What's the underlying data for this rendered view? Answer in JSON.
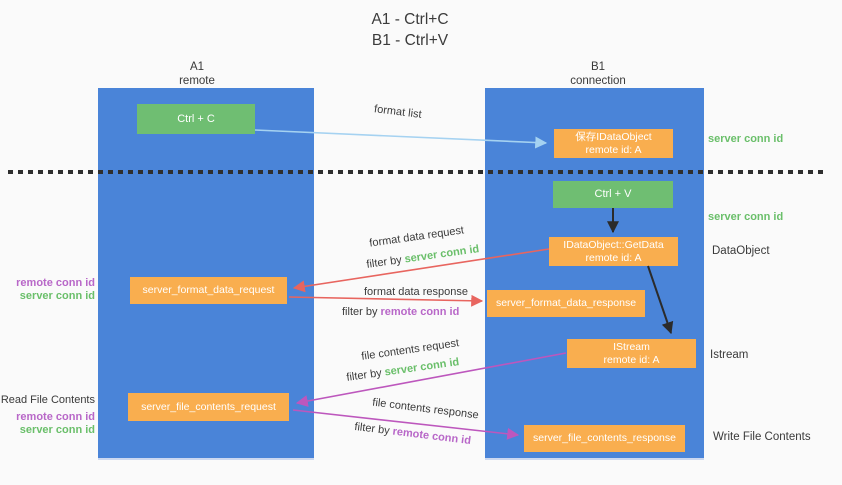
{
  "title": {
    "line1": "A1 - Ctrl+C",
    "line2": "B1 - Ctrl+V"
  },
  "lanes": {
    "left": {
      "header_line1": "A1",
      "header_line2": "remote"
    },
    "right": {
      "header_line1": "B1",
      "header_line2": "connection"
    }
  },
  "boxes": {
    "ctrl_c": {
      "label": "Ctrl + C"
    },
    "save_idataobject": {
      "line1": "保存IDataObject",
      "line2": "remote id: A"
    },
    "ctrl_v": {
      "label": "Ctrl + V"
    },
    "idataobject_getdata": {
      "line1": "IDataObject::GetData",
      "line2": "remote id: A"
    },
    "server_format_data_request": {
      "label": "server_format_data_request"
    },
    "server_format_data_response": {
      "label": "server_format_data_response"
    },
    "istream": {
      "line1": "IStream",
      "line2": "remote id: A"
    },
    "server_file_contents_request": {
      "label": "server_file_contents_request"
    },
    "server_file_contents_response": {
      "label": "server_file_contents_response"
    }
  },
  "side_labels": {
    "right_server_conn_id_top": "server conn id",
    "right_server_conn_id_mid": "server conn id",
    "right_dataobject": "DataObject",
    "right_istream": "Istream",
    "right_write_file_contents": "Write File Contents",
    "left_remote_conn_id_top": "remote conn id",
    "left_server_conn_id_top": "server conn id",
    "left_read_file_contents": "Read File Contents",
    "left_remote_conn_id_bottom": "remote conn id",
    "left_server_conn_id_bottom": "server conn id"
  },
  "arrow_labels": {
    "format_list": "format list",
    "format_data_request": "format data request",
    "format_data_response": "format data response",
    "file_contents_request": "file contents request",
    "file_contents_response": "file contents response",
    "filter_prefix": "filter by",
    "filter_server_conn_id": "server conn id",
    "filter_remote_conn_id": "remote conn id"
  },
  "colors": {
    "background": "#fafafa",
    "lane_blue": "#4a84d8",
    "box_green": "#6fbe72",
    "box_orange": "#f9ae4f",
    "arrow_light_blue": "#a5d2f1",
    "arrow_red": "#e8655f",
    "arrow_magenta": "#bd57bd",
    "arrow_black": "#2b2b2b",
    "label_green": "#6abf6a",
    "label_purple": "#b867c8",
    "text_dark": "#3b3b3b"
  }
}
